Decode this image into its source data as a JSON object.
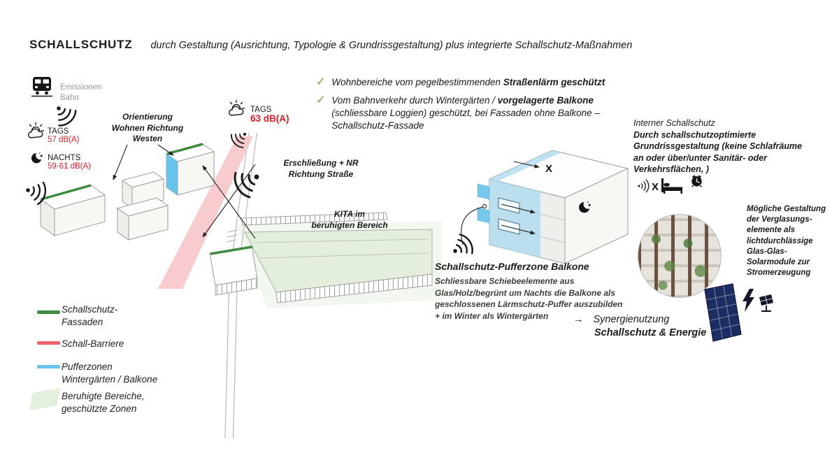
{
  "header": {
    "title": "SCHALLSCHUTZ",
    "subtitle": "durch Gestaltung (Ausrichtung, Typologie & Grundrissgestaltung) plus integrierte Schallschutz-Maßnahmen"
  },
  "icons": {
    "check": "✓",
    "arrow_right": "→",
    "x_mark": "X"
  },
  "colors": {
    "accent_red": "#e11d26",
    "check_green": "#97b87c",
    "fassade_green": "#3d8b40",
    "barrier_pink": "#f2646d",
    "barrier_band": "#f7c6ca",
    "puffer_blue": "#67c3e9",
    "puffer_blue_light": "#a9d9ef",
    "calm_green": "#e3efdc"
  },
  "plan": {
    "emissions_label": "Emissionen\nBahn",
    "tags1_label": "TAGS",
    "tags1_value": "57 dB(A)",
    "nachts_label": "NACHTS",
    "nachts_value": "59-61 dB(A)",
    "orientierung_label": "Orientierung\nWohnen Richtung\nWesten",
    "tags2_label": "TAGS",
    "tags2_value": "63 dB(A)",
    "erschliessung_label": "Erschließung + NR\nRichtung Straße",
    "kita_label": "KITA im\nberuhigten Bereich"
  },
  "legend": {
    "items": [
      {
        "label": "Schallschutz-\nFassaden",
        "color": "#3d8b40"
      },
      {
        "label": "Schall-Barriere",
        "color": "#f2646d"
      },
      {
        "label": "Pufferzonen\nWintergärten / Balkone",
        "color": "#67c3e9"
      },
      {
        "label": "Beruhigte Bereiche,\ngeschützte Zonen",
        "color": "#e3efdc"
      }
    ]
  },
  "checklist": {
    "items": [
      {
        "pre": "Wohnbereiche vom pegelbestimmenden ",
        "bold": "Straßenlärm geschützt",
        "post": ""
      },
      {
        "pre": "Vom Bahnverkehr durch Wintergärten / ",
        "bold": "vorgelagerte Balkone",
        "post": " (schliessbare Loggien) geschützt, bei Fassaden ohne Balkone – Schallschutz-Fassade"
      }
    ]
  },
  "pufferzone": {
    "title": "Schallschutz-Pufferzone Balkone",
    "body_pre": "Schliessbare Schiebeelemente aus Glas/Holz/begrünt um ",
    "body_bold": "Nachts",
    "body_post": " die Balkone als geschlossenen Lärmschutz-Puffer auszubilden + im Winter als Wintergärten"
  },
  "synergie": {
    "line1": "Synergienutzung",
    "line2": "Schallschutz & Energie"
  },
  "intern": {
    "title": "Interner Schallschutz",
    "body": "Durch schallschutzoptimierte Grundrissgestaltung (keine Schlafräume an oder über/unter Sanitär- oder Verkehrsflächen,   )"
  },
  "solar": {
    "text": "Mögliche Gestaltung\nder Verglasungs-\nelemente als\nlichtdurchlässige\nGlas-Glas-\nSolarmodule zur\nStromerzeugung"
  }
}
